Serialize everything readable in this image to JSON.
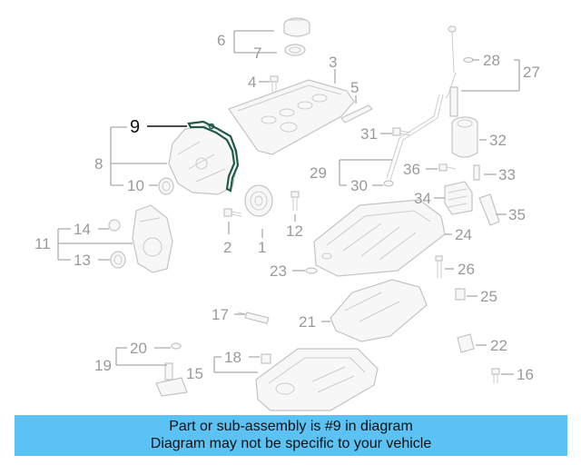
{
  "callouts": {
    "c1": "1",
    "c2": "2",
    "c3": "3",
    "c4": "4",
    "c5": "5",
    "c6": "6",
    "c7": "7",
    "c8": "8",
    "c9": "9",
    "c10": "10",
    "c11": "11",
    "c12": "12",
    "c13": "13",
    "c14": "14",
    "c15": "15",
    "c16": "16",
    "c17": "17",
    "c18": "18",
    "c19": "19",
    "c20": "20",
    "c21": "21",
    "c22": "22",
    "c23": "23",
    "c24": "24",
    "c25": "25",
    "c26": "26",
    "c27": "27",
    "c28": "28",
    "c29": "29",
    "c30": "30",
    "c31": "31",
    "c32": "32",
    "c33": "33",
    "c34": "34",
    "c35": "35",
    "c36": "36"
  },
  "highlighted_part": "9",
  "banner": {
    "line1": "Part or sub-assembly is #9 in diagram",
    "line2": "Diagram may not be specific to your vehicle",
    "color": "#5bc2f3"
  },
  "colors": {
    "highlight": "#1f5a4a",
    "parts": "#c4c4c4",
    "labels": "#9a9a9a"
  }
}
